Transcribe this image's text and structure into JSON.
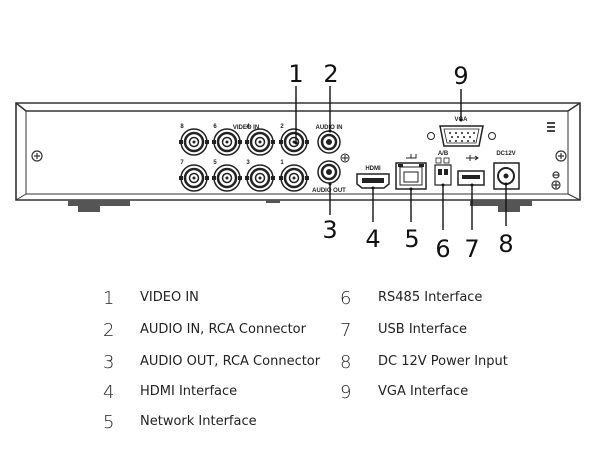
{
  "panel_labels": {
    "video_in": "VIDEO IN",
    "audio_in": "AUDIO IN",
    "audio_out": "AUDIO OUT",
    "hdmi": "HDMI",
    "vga": "VGA",
    "rs485": "A/B",
    "dc12v": "DC12V",
    "ports": [
      "8",
      "6",
      "4",
      "2",
      "7",
      "5",
      "3",
      "1"
    ]
  },
  "callouts": [
    "1",
    "2",
    "3",
    "4",
    "5",
    "6",
    "7",
    "8",
    "9"
  ],
  "legend": [
    {
      "num": "1",
      "text": "VIDEO IN"
    },
    {
      "num": "2",
      "text": "AUDIO IN, RCA Connector"
    },
    {
      "num": "3",
      "text": "AUDIO OUT, RCA Connector"
    },
    {
      "num": "4",
      "text": "HDMI Interface"
    },
    {
      "num": "5",
      "text": "Network Interface"
    },
    {
      "num": "6",
      "text": "RS485 Interface"
    },
    {
      "num": "7",
      "text": "USB Interface"
    },
    {
      "num": "8",
      "text": "DC 12V Power Input"
    },
    {
      "num": "9",
      "text": "VGA Interface"
    }
  ]
}
